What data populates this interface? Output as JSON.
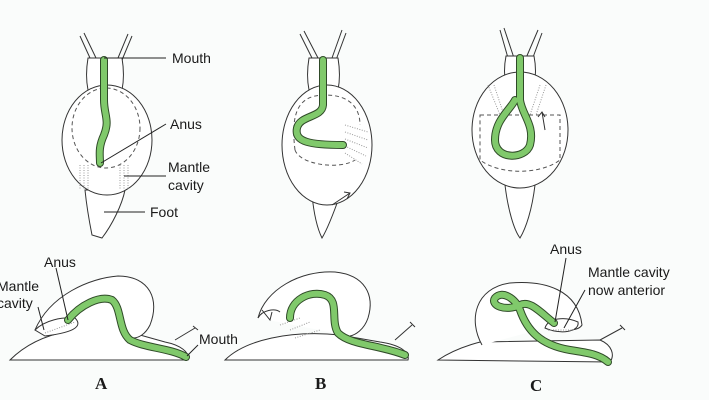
{
  "colors": {
    "gut": "#80c96b",
    "outline": "#333333"
  },
  "panels": [
    {
      "letter": "A",
      "top_labels": {
        "mouth": "Mouth",
        "anus": "Anus",
        "mantle_line1": "Mantle",
        "mantle_line2": "cavity",
        "foot": "Foot"
      },
      "side_labels": {
        "anus": "Anus",
        "mantle_line1": "Mantle",
        "mantle_line2": "cavity",
        "mouth": "Mouth"
      }
    },
    {
      "letter": "B"
    },
    {
      "letter": "C",
      "side_labels": {
        "anus": "Anus",
        "mantle_line1": "Mantle cavity",
        "mantle_line2": "now anterior"
      }
    }
  ]
}
